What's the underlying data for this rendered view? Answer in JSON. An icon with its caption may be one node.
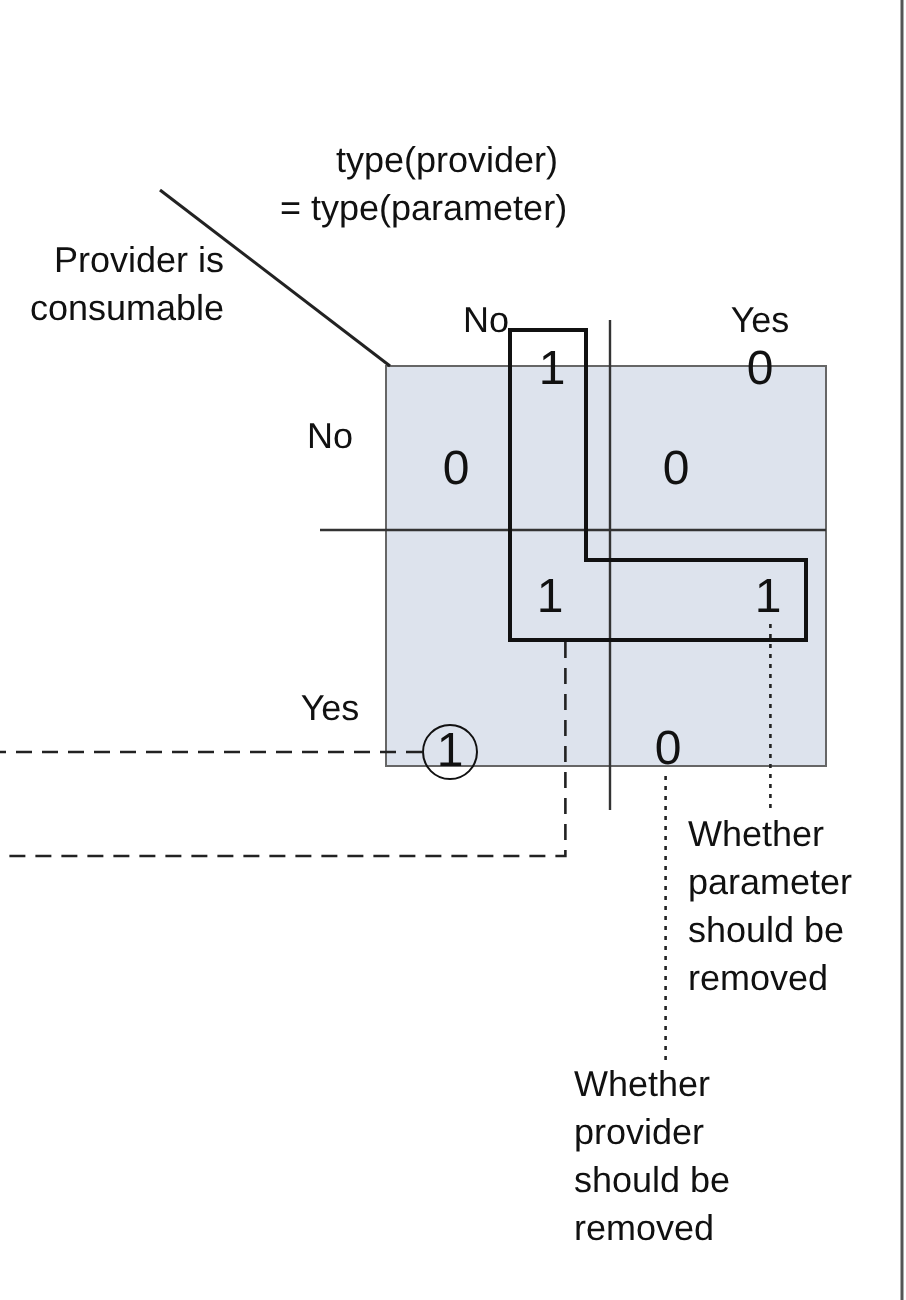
{
  "diagram": {
    "nodes": [
      {
        "text": [],
        "shape": "box"
      },
      {
        "text": [
          "1"
        ],
        "in": 0
      },
      {
        "text": [
          "0"
        ]
      },
      {
        "text": [
          "0"
        ]
      },
      {
        "text": [
          "0"
        ]
      },
      {
        "text": [
          "1"
        ],
        "in": 0
      },
      {
        "text": [
          "1"
        ]
      },
      {
        "text": [
          "1"
        ],
        "in": 0
      },
      {
        "text": [
          "0"
        ]
      },
      {
        "text": [
          "Whether parameter should be removed"
        ]
      },
      {
        "text": [
          "Whether provider should be removed"
        ]
      }
    ],
    "edges": [
      {
        "from": 6,
        "to": null,
        "arrow": "none",
        "style": "dashed"
      },
      {
        "from": 0,
        "to": null,
        "arrow": "none",
        "style": "dashed"
      },
      {
        "from": 7,
        "to": 9,
        "arrow": "none"
      },
      {
        "from": 8,
        "to": 10,
        "arrow": "none"
      }
    ],
    "labels": [
      "type(provider) = type(parameter)",
      "Provider is consumable",
      "No",
      "Yes",
      "No",
      "Yes"
    ]
  }
}
